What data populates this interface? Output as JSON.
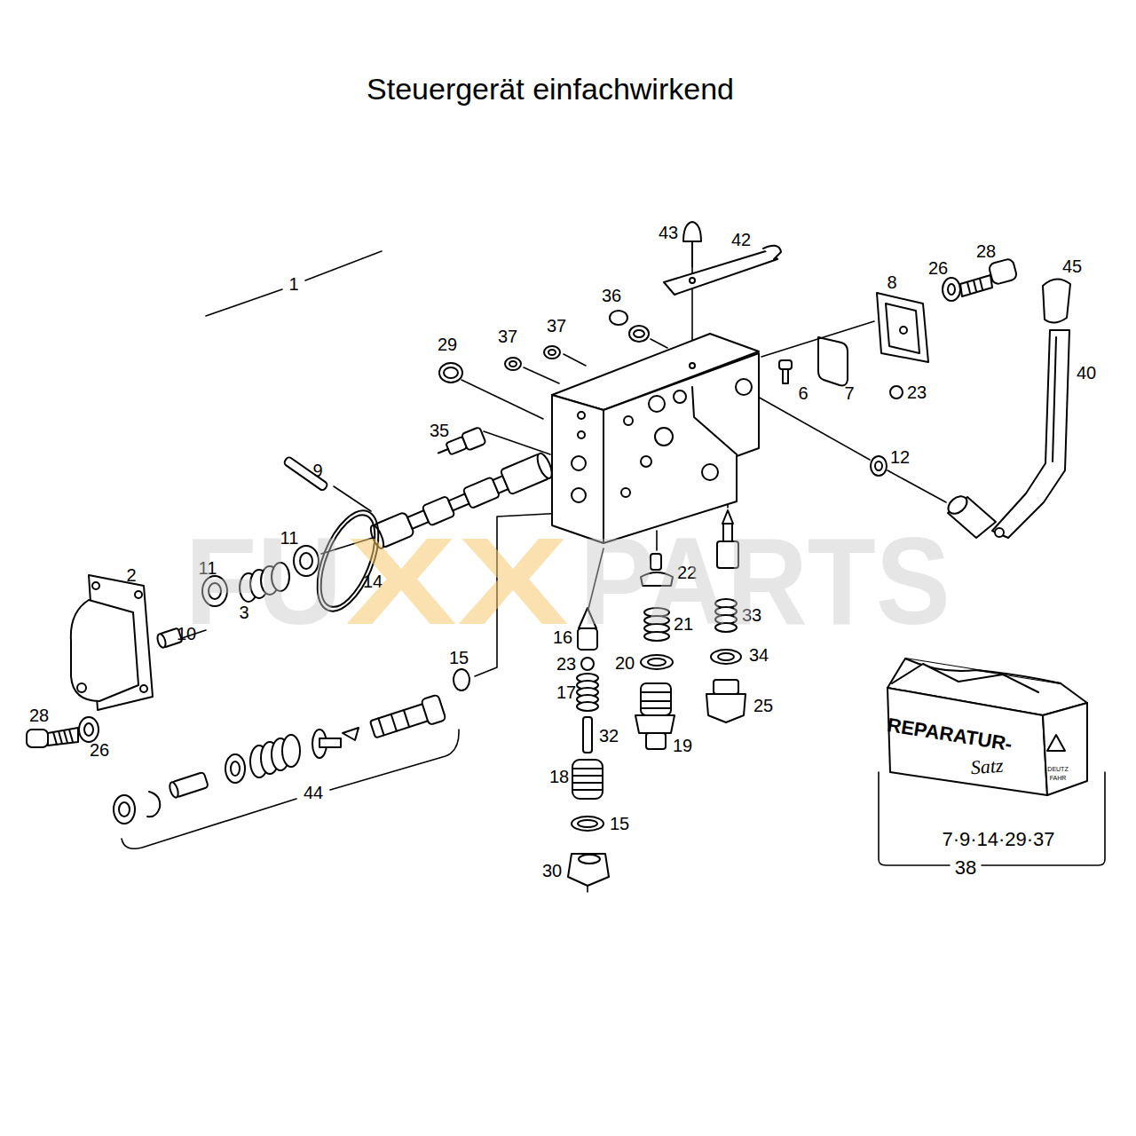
{
  "diagram": {
    "title": "Steuergerät einfachwirkend",
    "labels": [
      "1",
      "2",
      "3",
      "6",
      "7",
      "8",
      "9",
      "10",
      "11",
      "11",
      "12",
      "14",
      "15",
      "15",
      "16",
      "17",
      "18",
      "19",
      "20",
      "21",
      "22",
      "23",
      "23",
      "25",
      "26",
      "26",
      "28",
      "28",
      "29",
      "30",
      "32",
      "33",
      "34",
      "35",
      "36",
      "37",
      "37",
      "40",
      "42",
      "43",
      "44",
      "45",
      "7·9·14·29·37",
      "38",
      "REPARATUR-",
      "Satz",
      "DEUTZ",
      "FAHR",
      "FU",
      "XX",
      "PARTS"
    ]
  }
}
